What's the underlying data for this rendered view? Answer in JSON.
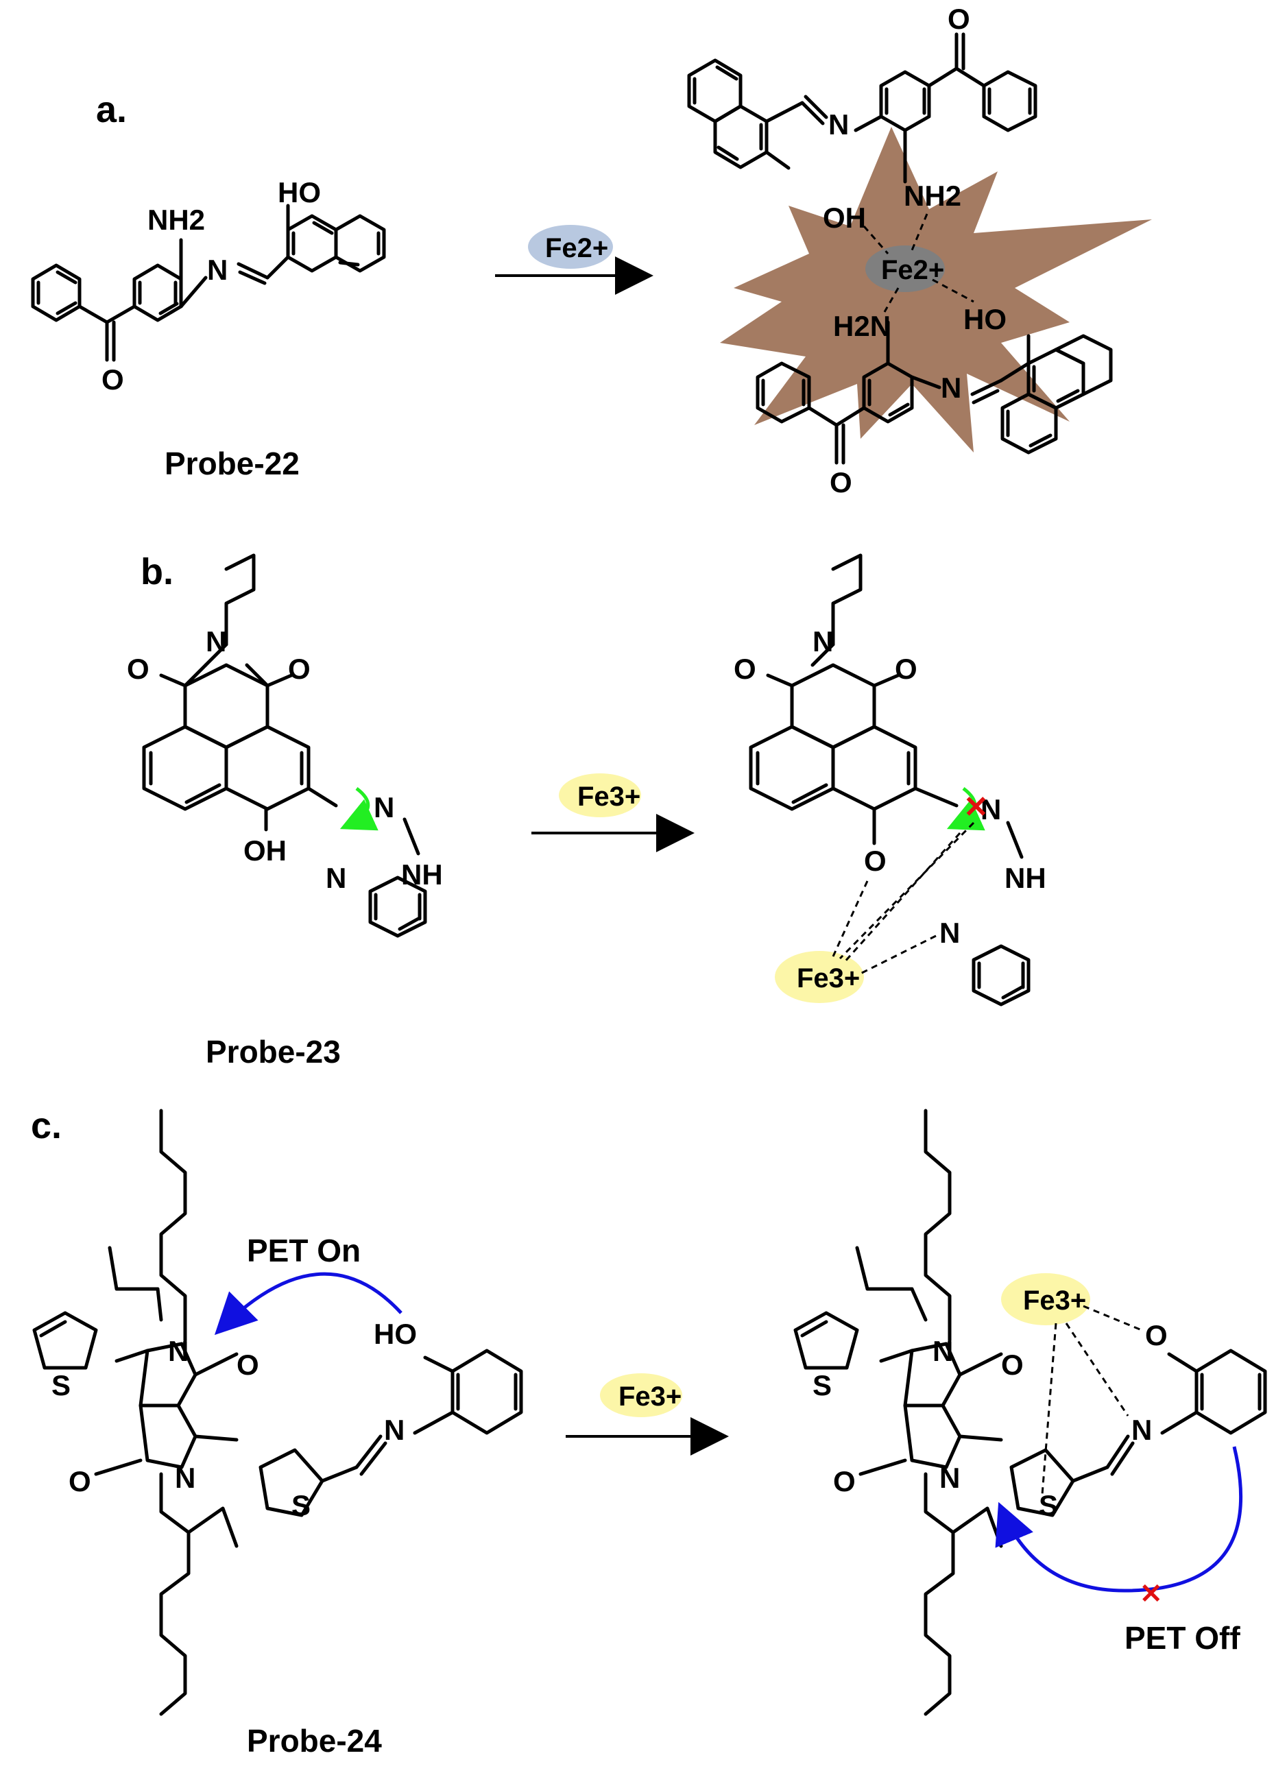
{
  "panels": {
    "a": {
      "panel_label": "a.",
      "probe_label": "Probe-22",
      "reagent": "Fe2+",
      "atoms": {
        "nh2": "NH2",
        "ho": "HO",
        "n": "N",
        "o": "O",
        "oh": "OH",
        "h2n": "H2N"
      },
      "complex_center": "Fe2+"
    },
    "b": {
      "panel_label": "b.",
      "probe_label": "Probe-23",
      "reagent": "Fe3+",
      "atoms": {
        "o": "O",
        "n": "N",
        "oh": "OH",
        "nh": "NH"
      },
      "complex_center": "Fe3+"
    },
    "c": {
      "panel_label": "c.",
      "probe_label": "Probe-24",
      "reagent": "Fe3+",
      "atoms": {
        "n": "N",
        "o": "O",
        "s": "S",
        "ho": "HO"
      },
      "pet_on": "PET On",
      "pet_off": "PET Off",
      "complex_center": "Fe3+"
    }
  },
  "colors": {
    "fe2_reagent_bg": "#b8c8e0",
    "fe2_center_bg": "#7f7f7f",
    "fe3_bg": "#fcf6a8",
    "star_fill": "#a47b62",
    "pet_arrow": "#1010e0",
    "rotation_arrow": "#22ee22",
    "blocked_mark": "#e01010"
  }
}
